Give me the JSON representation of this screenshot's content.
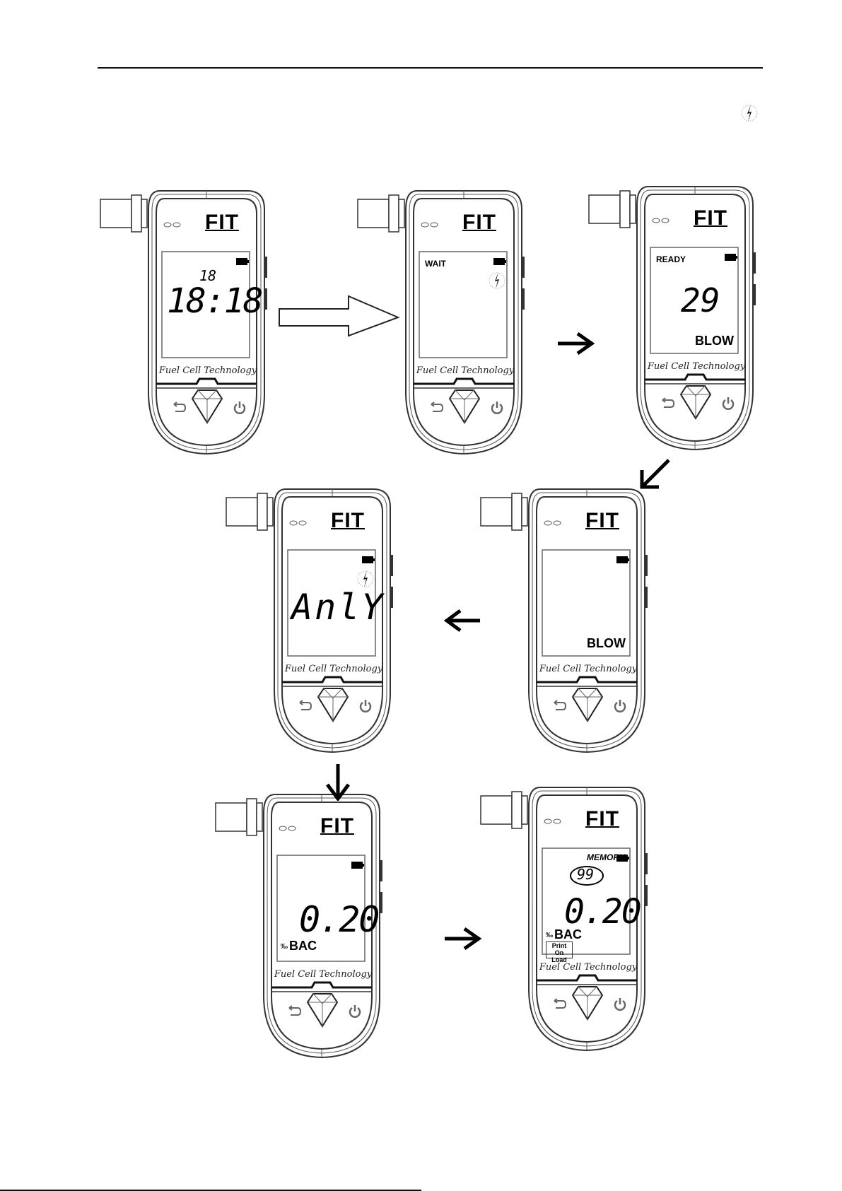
{
  "page": {
    "header_icon": "charge-flash-icon"
  },
  "devices": [
    {
      "brand": "FIT",
      "tagline": "Fuel Cell Technology",
      "screen": {
        "small_top": "18",
        "main": "18:18",
        "status": "",
        "unit": "",
        "footer_label": ""
      },
      "icons": [
        "battery-icon"
      ]
    },
    {
      "brand": "FIT",
      "tagline": "Fuel Cell Technology",
      "screen": {
        "status": "WAIT"
      },
      "icons": [
        "battery-icon",
        "charge-flash-icon"
      ]
    },
    {
      "brand": "FIT",
      "tagline": "Fuel Cell Technology",
      "screen": {
        "status": "READY",
        "main": "29",
        "prompt": "BLOW"
      },
      "icons": [
        "battery-icon"
      ]
    },
    {
      "brand": "FIT",
      "tagline": "Fuel Cell Technology",
      "screen": {
        "prompt": "BLOW"
      },
      "icons": [
        "battery-icon"
      ]
    },
    {
      "brand": "FIT",
      "tagline": "Fuel Cell Technology",
      "screen": {
        "main": "AnlY"
      },
      "icons": [
        "battery-icon",
        "charge-flash-icon"
      ]
    },
    {
      "brand": "FIT",
      "tagline": "Fuel Cell Technology",
      "screen": {
        "main": "0.20",
        "unit_small": "‰",
        "unit": "BAC"
      },
      "icons": [
        "battery-icon"
      ]
    },
    {
      "brand": "FIT",
      "tagline": "Fuel Cell Technology",
      "screen": {
        "status": "MEMORY",
        "memory_index": "99",
        "main": "0.20",
        "unit_small": "‰",
        "unit": "BAC",
        "print_line1": "Print",
        "print_line2": "On Load"
      },
      "icons": [
        "battery-icon"
      ]
    }
  ],
  "arrows": [
    {
      "from": 1,
      "to": 2,
      "direction": "right",
      "style": "outline"
    },
    {
      "from": 2,
      "to": 3,
      "direction": "right",
      "style": "solid"
    },
    {
      "from": 3,
      "to": 4,
      "direction": "down-left",
      "style": "solid"
    },
    {
      "from": 4,
      "to": 5,
      "direction": "left",
      "style": "solid"
    },
    {
      "from": 5,
      "to": 6,
      "direction": "down",
      "style": "solid"
    },
    {
      "from": 6,
      "to": 7,
      "direction": "right",
      "style": "solid"
    }
  ],
  "buttons": {
    "back": "back-icon",
    "main": "diamond-button",
    "power": "power-icon"
  }
}
